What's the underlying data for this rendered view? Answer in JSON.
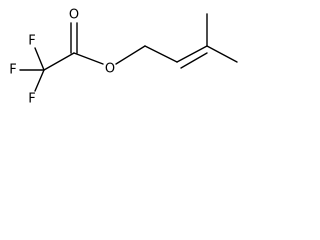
{
  "structure": {
    "atoms": {
      "fluorine_top": "F",
      "fluorine_left": "F",
      "fluorine_bottom": "F",
      "oxygen_carbonyl": "O",
      "oxygen_ester": "O"
    },
    "colors": {
      "line": "#000000",
      "background": "#ffffff"
    }
  }
}
